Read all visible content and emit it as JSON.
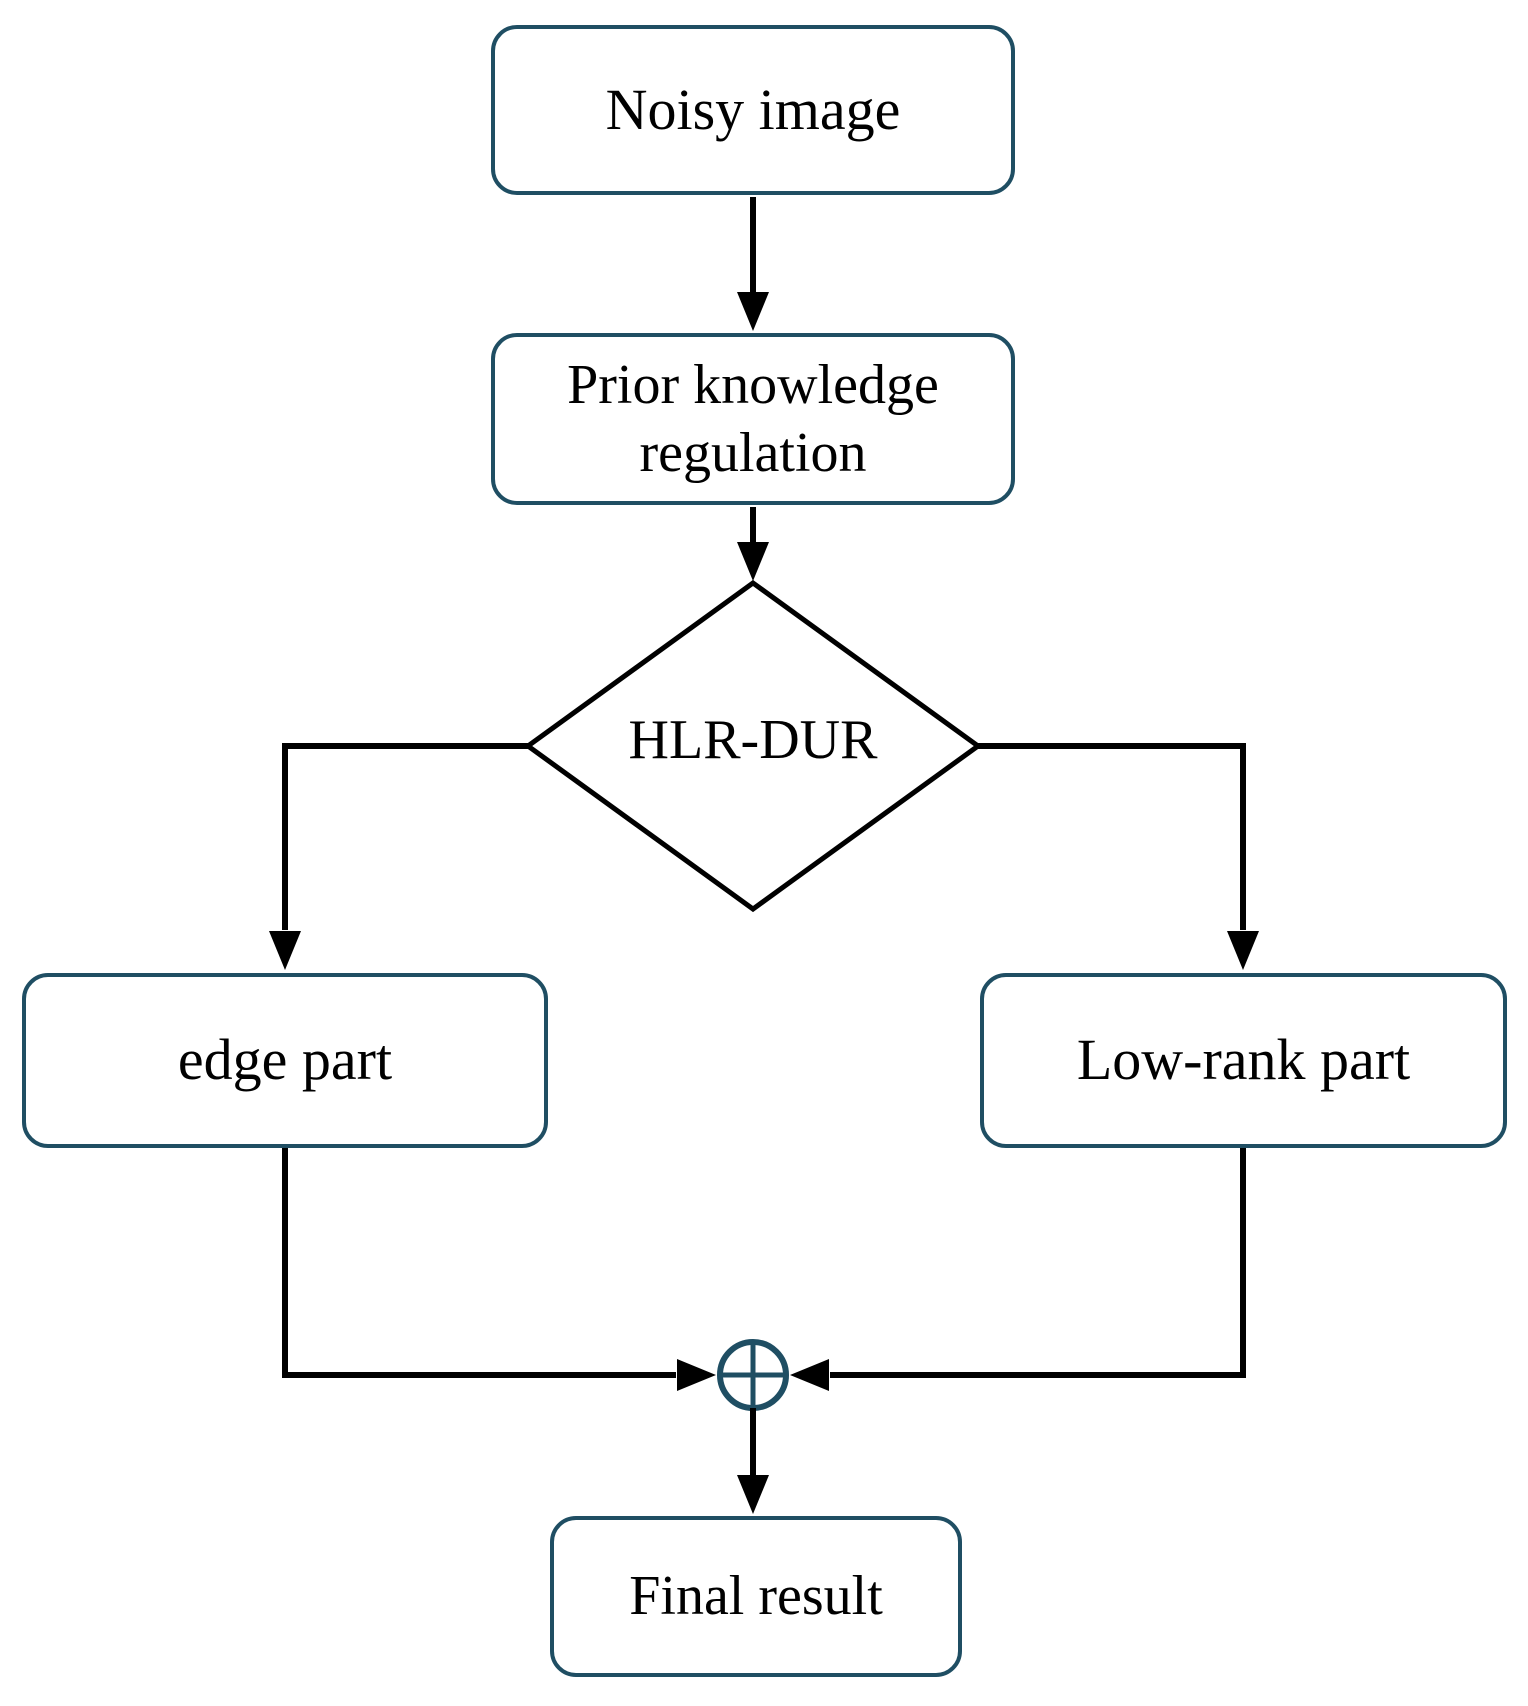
{
  "diagram": {
    "type": "flowchart",
    "nodes": {
      "noisy_image": {
        "label": "Noisy image"
      },
      "prior_knowledge": {
        "label": "Prior knowledge regulation"
      },
      "decision": {
        "label": "HLR-DUR"
      },
      "edge_part": {
        "label": "edge part"
      },
      "low_rank_part": {
        "label": "Low-rank part"
      },
      "final_result": {
        "label": "Final result"
      }
    },
    "junction": {
      "symbol": "⊕",
      "meaning": "sum-junction"
    },
    "edges": [
      {
        "from": "noisy_image",
        "to": "prior_knowledge"
      },
      {
        "from": "prior_knowledge",
        "to": "decision"
      },
      {
        "from": "decision",
        "to": "edge_part"
      },
      {
        "from": "decision",
        "to": "low_rank_part"
      },
      {
        "from": "edge_part",
        "to": "sum_junction"
      },
      {
        "from": "low_rank_part",
        "to": "sum_junction"
      },
      {
        "from": "sum_junction",
        "to": "final_result"
      }
    ],
    "colors": {
      "node_border": "#1F4E63",
      "junction_stroke": "#1F4E63",
      "connector": "#000000",
      "diamond_stroke": "#000000",
      "text": "#000000",
      "background": "#FFFFFF"
    }
  }
}
